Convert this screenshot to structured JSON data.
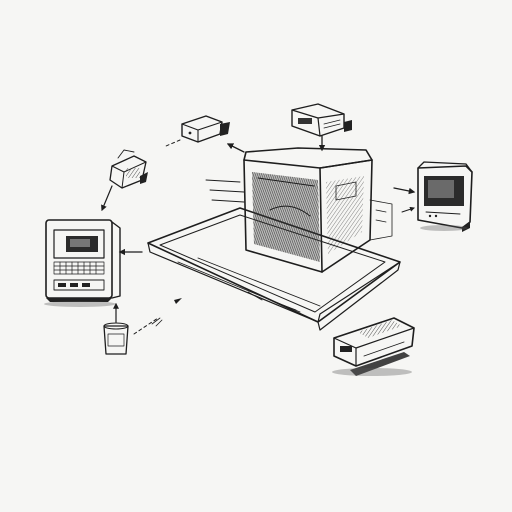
{
  "scene": {
    "style": "pen-and-ink sketch",
    "ink_color": "#1e1e1e",
    "paper_color": "#f6f6f4"
  },
  "central_device": {
    "icon": "open-chamber-console-icon"
  },
  "peripherals": [
    {
      "id": "top-box",
      "icon": "set-top-box-icon"
    },
    {
      "id": "upper-left-box",
      "icon": "small-modem-icon"
    },
    {
      "id": "left-gadget",
      "icon": "handheld-gadget-icon"
    },
    {
      "id": "left-terminal",
      "icon": "retro-computer-terminal-icon"
    },
    {
      "id": "small-cup",
      "icon": "labelled-cup-icon"
    },
    {
      "id": "right-monitor",
      "icon": "crt-monitor-icon"
    },
    {
      "id": "bottom-right-unit",
      "icon": "portable-console-icon"
    }
  ],
  "cup_label": "",
  "arrows": [
    {
      "id": "arrow-top-down"
    },
    {
      "id": "arrow-to-upper-left"
    },
    {
      "id": "arrow-upper-left-trail"
    },
    {
      "id": "arrow-to-terminal"
    },
    {
      "id": "arrow-to-monitor"
    },
    {
      "id": "arrow-to-cup"
    },
    {
      "id": "arrow-into-chamber"
    }
  ]
}
